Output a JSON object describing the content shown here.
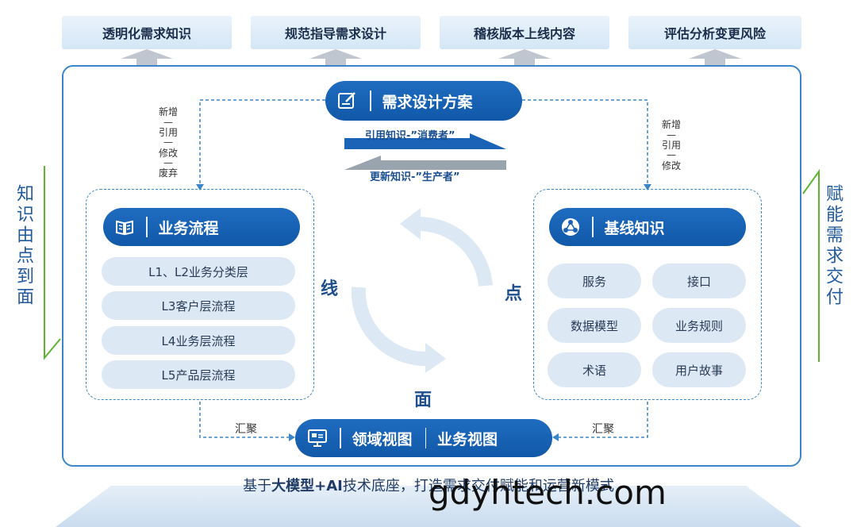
{
  "top_goals": [
    "透明化需求知识",
    "规范指导需求设计",
    "稽核版本上线内容",
    "评估分析变更风险"
  ],
  "side_left": "知识由点到面",
  "side_right": "赋能需求交付",
  "center_top": {
    "label": "需求设计方案",
    "icon": "edit-document-icon"
  },
  "arrow_quote": "引用知识-”消费者”",
  "arrow_update": "更新知识-”生产者”",
  "left_ops": [
    "新增",
    "引用",
    "修改",
    "废弃"
  ],
  "right_ops": [
    "新增",
    "引用",
    "修改"
  ],
  "business_process": {
    "title": "业务流程",
    "icon": "book-icon",
    "items": [
      "L1、L2业务分类层",
      "L3客户层流程",
      "L4业务层流程",
      "L5产品层流程"
    ]
  },
  "baseline_knowledge": {
    "title": "基线知识",
    "icon": "network-icon",
    "items": [
      "服务",
      "接口",
      "数据模型",
      "业务规则",
      "术语",
      "用户故事"
    ]
  },
  "cycle": {
    "line": "线",
    "point": "点",
    "surface": "面"
  },
  "aggregate_left": "汇聚",
  "aggregate_right": "汇聚",
  "bottom_view": {
    "icon": "presentation-icon",
    "domain_view": "领域视图",
    "business_view": "业务视图"
  },
  "footer": {
    "prefix": "基于",
    "bold": "大模型",
    "plus": "+AI",
    "rest": "技术底座，打造需求交付赋能和运营新模式"
  },
  "watermark": "gdyhtech.com",
  "colors": {
    "primary": "#1a63b6",
    "accent_green": "#5cb531",
    "chip_bg": "#dde8f5"
  }
}
